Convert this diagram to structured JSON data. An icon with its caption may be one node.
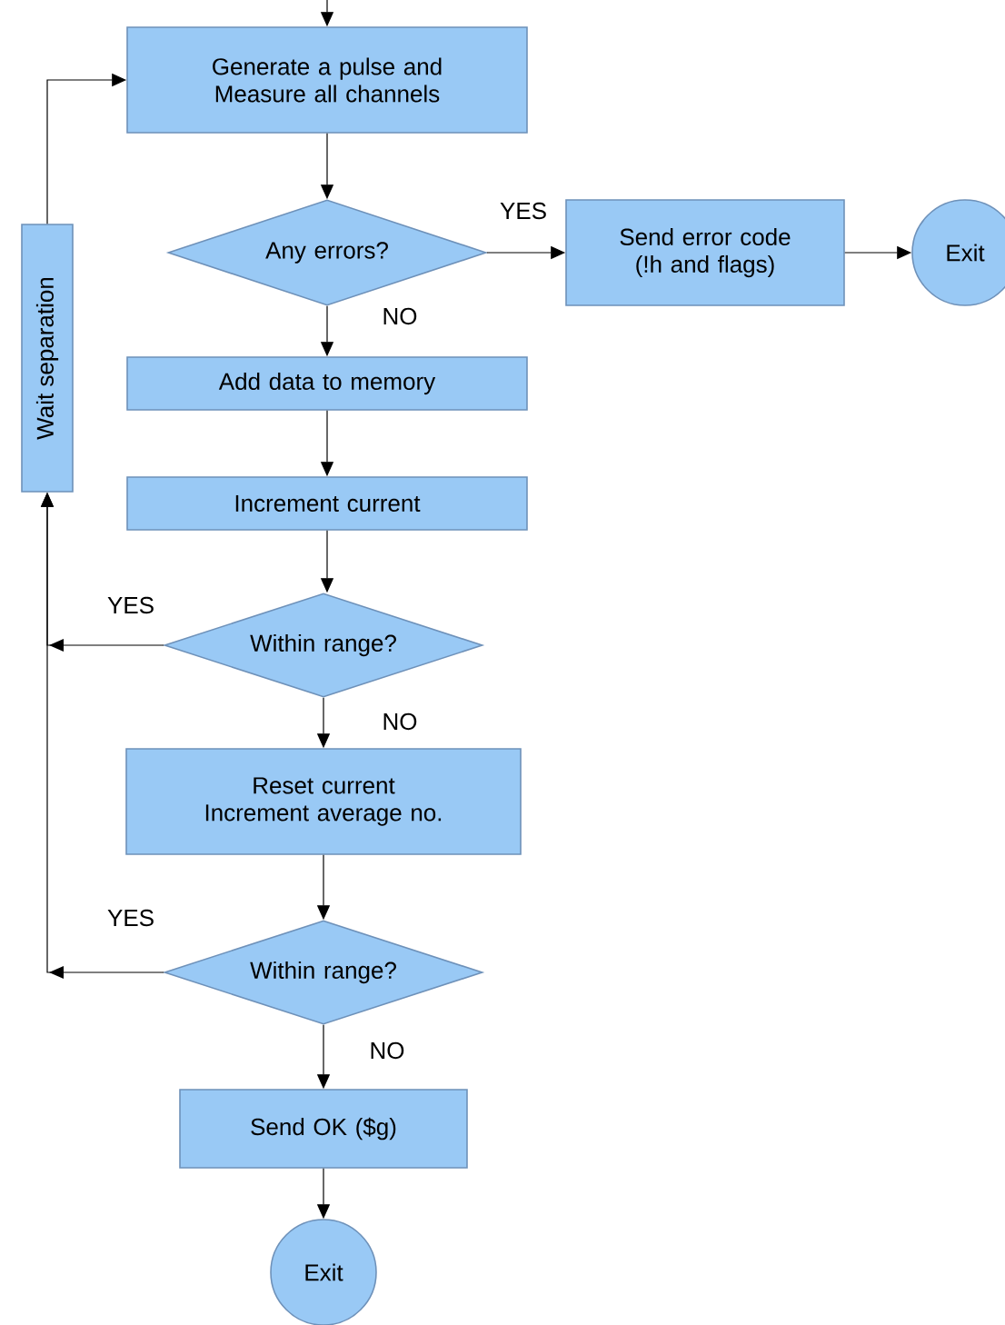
{
  "diagram": {
    "nodes": [
      {
        "text": [
          "Generate a pulse and Measure all channels"
        ]
      },
      {
        "text": [
          "Any errors?"
        ]
      },
      {
        "text": [
          "Send error code (!h and flags)"
        ]
      },
      {
        "text": [
          "Exit"
        ]
      },
      {
        "text": [
          "Add data to memory"
        ]
      },
      {
        "text": [
          "Increment current"
        ]
      },
      {
        "text": [
          "Within range?"
        ]
      },
      {
        "text": [
          "Reset current Increment average no."
        ]
      },
      {
        "text": [
          "Within range?"
        ]
      },
      {
        "text": [
          "Send OK ($g)"
        ]
      },
      {
        "text": [
          "Exit"
        ]
      },
      {
        "text": [
          "Wait separation"
        ]
      }
    ],
    "edges": [
      {
        "from": null,
        "to": 0,
        "arrow": "to"
      },
      {
        "from": 0,
        "to": 1,
        "arrow": "to"
      },
      {
        "from": 1,
        "to": 2,
        "arrow": "to",
        "label": "YES"
      },
      {
        "from": 2,
        "to": 3,
        "arrow": "to"
      },
      {
        "from": 1,
        "to": 4,
        "arrow": "to",
        "label": "NO"
      },
      {
        "from": 4,
        "to": 5,
        "arrow": "to"
      },
      {
        "from": 5,
        "to": 6,
        "arrow": "to"
      },
      {
        "from": 6,
        "to": 11,
        "arrow": "to",
        "label": "YES"
      },
      {
        "from": 6,
        "to": 7,
        "arrow": "to",
        "label": "NO"
      },
      {
        "from": 7,
        "to": 8,
        "arrow": "to"
      },
      {
        "from": 8,
        "to": 11,
        "arrow": "to",
        "label": "YES"
      },
      {
        "from": 8,
        "to": 9,
        "arrow": "to",
        "label": "NO"
      },
      {
        "from": 9,
        "to": 10,
        "arrow": "to"
      },
      {
        "from": 11,
        "to": 0,
        "arrow": "to"
      }
    ]
  }
}
